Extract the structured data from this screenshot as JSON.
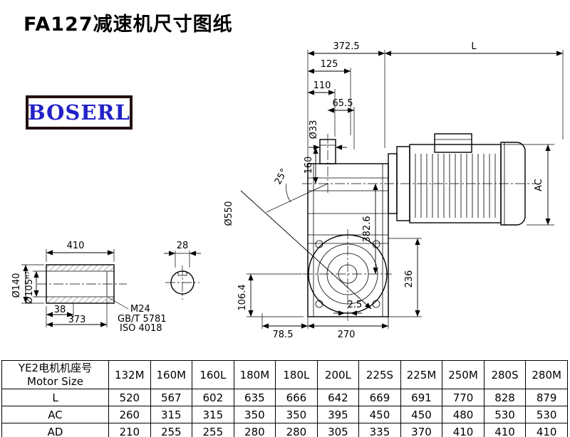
{
  "page": {
    "title": "FA127减速机尺寸图纸",
    "logo_text": "BOSERL"
  },
  "drawing": {
    "dims": {
      "overall_width": "372.5",
      "motor_length": "L",
      "d125": "125",
      "d110": "110",
      "d65_5": "65.5",
      "shaft_dia": "Ø33",
      "d160": "160",
      "angle": "25°",
      "flange_dia": "Ø550",
      "axis_distance": "382.6",
      "motor_ac": "AC",
      "d236": "236",
      "d2_5": "2.5",
      "d78_5": "78.5",
      "d270": "270",
      "d106_4": "106.4"
    },
    "shaft_detail": {
      "length": "410",
      "key_width": "28",
      "outer_dia": "Ø140",
      "bore_dia": "Ø105",
      "bore_tol": "H7",
      "d38": "38",
      "d373": "373",
      "thread": "M24",
      "standard_gb": "GB/T 5781",
      "standard_iso": "ISO 4018"
    }
  },
  "table": {
    "header_cn": "YE2电机机座号",
    "header_en": "Motor Size",
    "columns": [
      "132M",
      "160M",
      "160L",
      "180M",
      "180L",
      "200L",
      "225S",
      "225M",
      "250M",
      "280S",
      "280M"
    ],
    "rows": [
      {
        "label": "L",
        "values": [
          "520",
          "567",
          "602",
          "635",
          "666",
          "642",
          "669",
          "691",
          "770",
          "828",
          "879"
        ]
      },
      {
        "label": "AC",
        "values": [
          "260",
          "315",
          "315",
          "350",
          "350",
          "395",
          "450",
          "450",
          "480",
          "530",
          "530"
        ]
      },
      {
        "label": "AD",
        "values": [
          "210",
          "255",
          "255",
          "280",
          "280",
          "305",
          "335",
          "370",
          "410",
          "410",
          "410"
        ]
      }
    ]
  }
}
